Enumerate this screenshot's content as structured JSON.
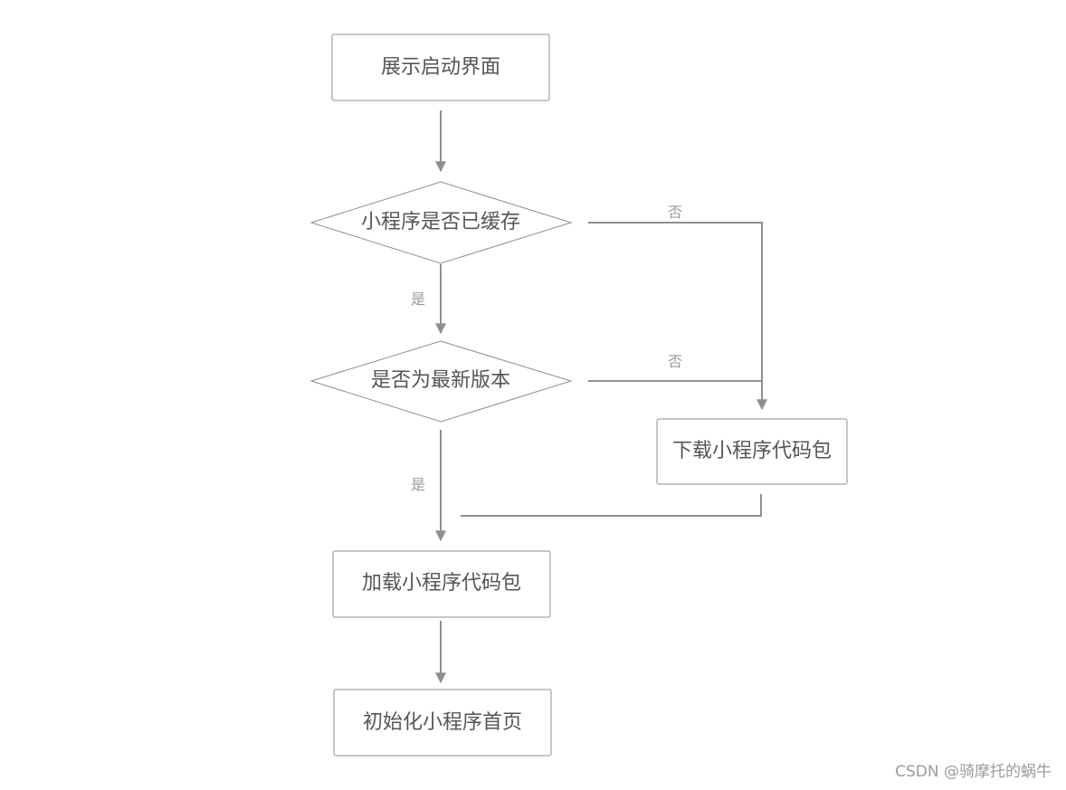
{
  "nodes": {
    "show_splash": "展示启动界面",
    "is_cached": "小程序是否已缓存",
    "is_latest": "是否为最新版本",
    "download_package": "下载小程序代码包",
    "load_package": "加载小程序代码包",
    "init_homepage": "初始化小程序首页"
  },
  "edges": {
    "cached_yes": "是",
    "cached_no": "否",
    "latest_yes": "是",
    "latest_no": "否"
  },
  "watermark": "CSDN @骑摩托的蜗牛",
  "colors": {
    "line": "#8f8f8f",
    "text": "#555555",
    "label": "#9a9a9a"
  }
}
